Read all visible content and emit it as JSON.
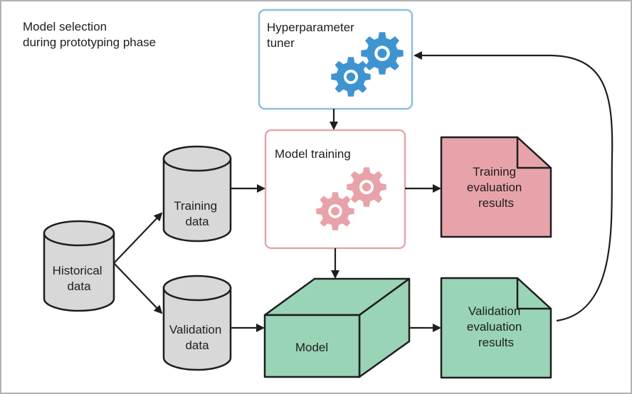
{
  "title_lines": [
    "Model selection",
    "during prototyping phase"
  ],
  "hyperparameter_tuner": {
    "lines": [
      "Hyperparameter",
      "tuner"
    ],
    "border_color": "#8fbfdc",
    "gear_color": "#3d94d1"
  },
  "model_training": {
    "label": "Model training",
    "border_color": "#e6a6ad",
    "gear_color": "#e8a3aa"
  },
  "training_data": {
    "lines": [
      "Training",
      "data"
    ]
  },
  "historical_data": {
    "lines": [
      "Historical",
      "data"
    ]
  },
  "validation_data": {
    "lines": [
      "Validation",
      "data"
    ]
  },
  "model": {
    "label": "Model",
    "fill": "#99d4b6"
  },
  "training_results": {
    "lines": [
      "Training",
      "evaluation",
      "results"
    ],
    "fill": "#e8a3aa"
  },
  "validation_results": {
    "lines": [
      "Validation",
      "evaluation",
      "results"
    ],
    "fill": "#99d4b6"
  },
  "colors": {
    "cylinder_fill": "#d8d8d8",
    "stroke": "#1e1e1e",
    "frame": "#9a9a9a"
  }
}
